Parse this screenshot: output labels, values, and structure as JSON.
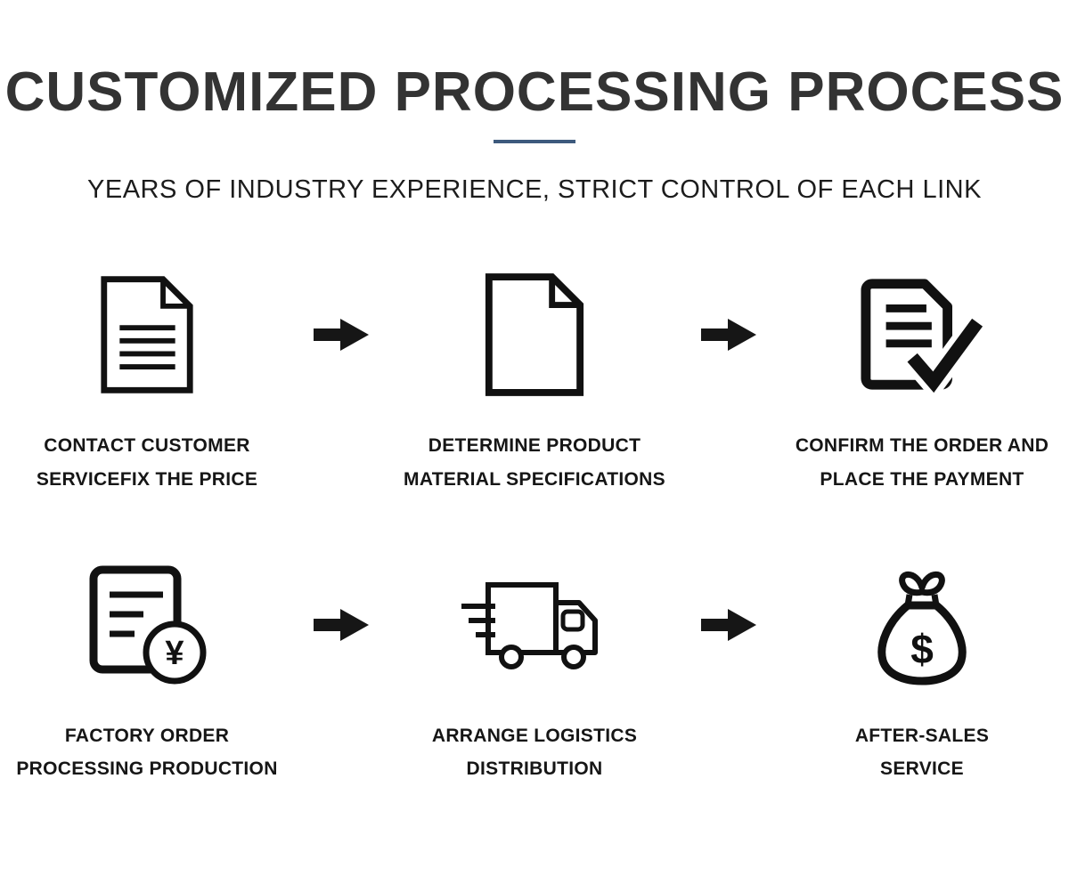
{
  "header": {
    "title": "CUSTOMIZED PROCESSING PROCESS",
    "subtitle": "YEARS OF INDUSTRY EXPERIENCE, STRICT CONTROL OF EACH LINK",
    "divider_color": "#3d5a7d"
  },
  "flow": {
    "arrow_color": "#161616",
    "icon_color": "#111111",
    "currency_yen": "¥",
    "currency_dollar": "$",
    "rows": [
      {
        "steps": [
          {
            "icon": "contract-document-icon",
            "lines": [
              "CONTACT CUSTOMER",
              "SERVICEFIX THE PRICE"
            ]
          },
          {
            "icon": "blank-document-icon",
            "lines": [
              "DETERMINE PRODUCT",
              "MATERIAL SPECIFICATIONS"
            ]
          },
          {
            "icon": "order-confirmed-check-icon",
            "lines": [
              "CONFIRM THE ORDER AND",
              "PLACE THE PAYMENT"
            ]
          }
        ]
      },
      {
        "steps": [
          {
            "icon": "invoice-currency-icon",
            "lines": [
              "FACTORY ORDER",
              "PROCESSING PRODUCTION"
            ]
          },
          {
            "icon": "delivery-truck-icon",
            "lines": [
              "ARRANGE LOGISTICS",
              "DISTRIBUTION"
            ]
          },
          {
            "icon": "money-bag-icon",
            "lines": [
              "AFTER-SALES",
              "SERVICE"
            ]
          }
        ]
      }
    ]
  }
}
